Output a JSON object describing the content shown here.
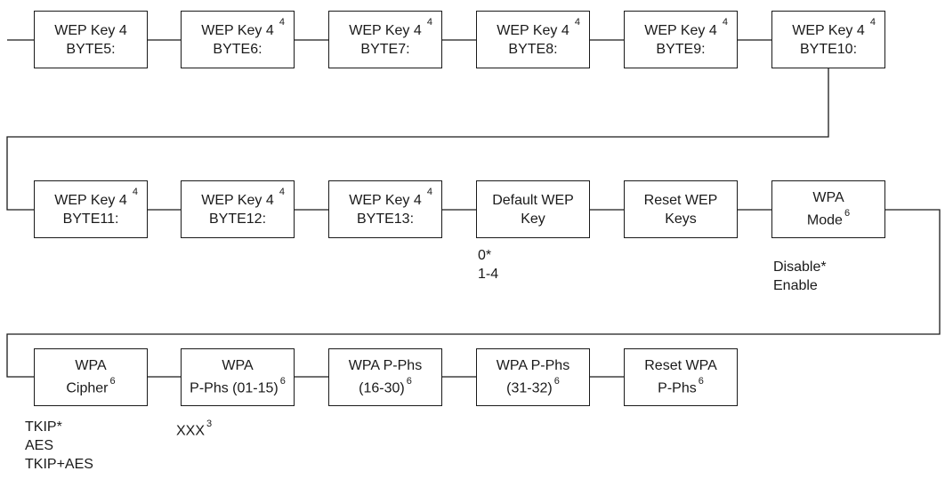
{
  "row1": [
    {
      "line1": "WEP Key 4",
      "line2": "BYTE5:",
      "note": ""
    },
    {
      "line1": "WEP Key 4",
      "line2": "BYTE6:",
      "note": "4"
    },
    {
      "line1": "WEP Key 4",
      "line2": "BYTE7:",
      "note": "4"
    },
    {
      "line1": "WEP Key 4",
      "line2": "BYTE8:",
      "note": "4"
    },
    {
      "line1": "WEP Key 4",
      "line2": "BYTE9:",
      "note": "4"
    },
    {
      "line1": "WEP Key 4",
      "line2": "BYTE10:",
      "note": "4"
    }
  ],
  "row2": [
    {
      "line1": "WEP Key 4",
      "line2": "BYTE11:",
      "note": "4"
    },
    {
      "line1": "WEP Key 4",
      "line2": "BYTE12:",
      "note": "4"
    },
    {
      "line1": "WEP Key 4",
      "line2": "BYTE13:",
      "note": "4"
    },
    {
      "line1": "Default WEP",
      "line2": "Key",
      "note": ""
    },
    {
      "line1": "Reset WEP",
      "line2": "Keys",
      "note": ""
    },
    {
      "line1": "WPA",
      "line2": "Mode",
      "note": "6"
    }
  ],
  "row3": [
    {
      "line1": "WPA",
      "line2": "Cipher",
      "note": "6"
    },
    {
      "line1": "WPA",
      "line2": "P-Phs (01-15)",
      "note": "6"
    },
    {
      "line1": "WPA P-Phs",
      "line2": "(16-30)",
      "note": "6"
    },
    {
      "line1": "WPA P-Phs",
      "line2": "(31-32)",
      "note": "6"
    },
    {
      "line1": "Reset WPA",
      "line2": "P-Phs",
      "note": "6"
    }
  ],
  "options": {
    "default_wep_key": [
      "0*",
      "1-4"
    ],
    "wpa_mode": [
      "Disable*",
      "Enable"
    ],
    "wpa_cipher": [
      "TKIP*",
      "AES",
      "TKIP+AES"
    ],
    "wpa_pphs": {
      "value": "XXX",
      "note": "3"
    }
  }
}
